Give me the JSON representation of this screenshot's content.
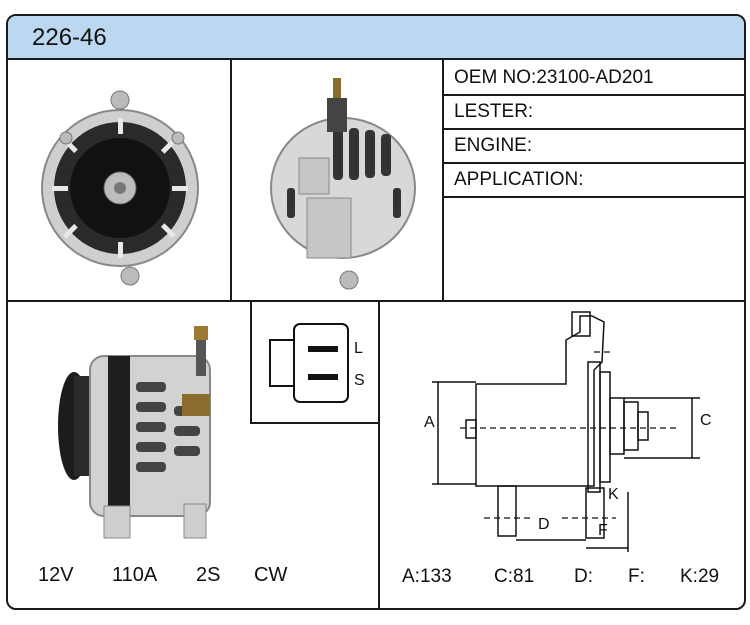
{
  "header": {
    "part_number": "226-46"
  },
  "specs": {
    "oem": {
      "label": "OEM NO:",
      "value": "23100-AD201"
    },
    "lester": {
      "label": "LESTER:",
      "value": ""
    },
    "engine": {
      "label": "ENGINE:",
      "value": ""
    },
    "application": {
      "label": "APPLICATION:",
      "value": ""
    }
  },
  "electrical": {
    "voltage": "12V",
    "amperage": "110A",
    "plug": "2S",
    "rotation": "CW"
  },
  "connector": {
    "pin_top": "L",
    "pin_bottom": "S"
  },
  "dimensions": {
    "a_label": "A:",
    "a_value": "133",
    "c_label": "C:",
    "c_value": "81",
    "d_label": "D:",
    "d_value": "",
    "f_label": "F:",
    "f_value": "",
    "k_label": "K:",
    "k_value": "29"
  },
  "diagram_labels": {
    "a": "A",
    "c": "C",
    "d": "D",
    "f": "F",
    "k": "K"
  },
  "colors": {
    "header_bg": "#bcd7f0",
    "border": "#1a1a1a"
  }
}
